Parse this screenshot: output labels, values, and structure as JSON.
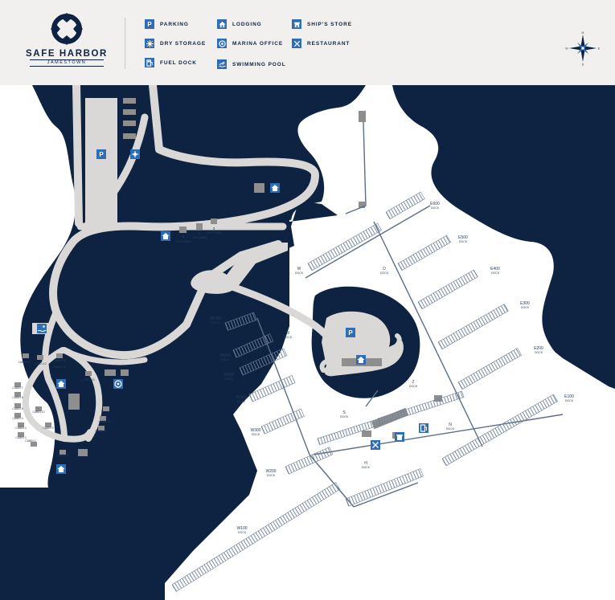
{
  "brand": {
    "name": "SAFE HARBOR",
    "location": "JAMESTOWN"
  },
  "legend": [
    {
      "key": "parking",
      "label": "PARKING",
      "icon": "parking-icon",
      "glyph": "P"
    },
    {
      "key": "dry-storage",
      "label": "DRY STORAGE",
      "icon": "dry-storage-icon",
      "glyph": ""
    },
    {
      "key": "fuel-dock",
      "label": "FUEL DOCK",
      "icon": "fuel-pump-icon",
      "glyph": ""
    },
    {
      "key": "lodging",
      "label": "LODGING",
      "icon": "house-icon",
      "glyph": ""
    },
    {
      "key": "marina-office",
      "label": "MARINA OFFICE",
      "icon": "marina-office-icon",
      "glyph": ""
    },
    {
      "key": "swimming-pool",
      "label": "SWIMMING POOL",
      "icon": "swimming-pool-icon",
      "glyph": ""
    },
    {
      "key": "ships-store",
      "label": "SHIP'S STORE",
      "icon": "ships-store-icon",
      "glyph": ""
    },
    {
      "key": "restaurant",
      "label": "RESTAURANT",
      "icon": "restaurant-icon",
      "glyph": ""
    }
  ],
  "compass": {
    "n": "N",
    "s": "S",
    "e": "E",
    "w": "W"
  },
  "colors": {
    "water": "#0d2341",
    "land": "#ffffff",
    "road": "#d9d8d6",
    "icon": "#2f6db5",
    "dock": "#5b6e86",
    "header": "#f1f0ef"
  },
  "map": {
    "parking_glyph": "P",
    "docks": [
      {
        "id": "w700",
        "name": "W700",
        "sub": "DOCK"
      },
      {
        "id": "w600",
        "name": "W600",
        "sub": "DOCK"
      },
      {
        "id": "w500",
        "name": "W500",
        "sub": "DOCK"
      },
      {
        "id": "w400",
        "name": "W400",
        "sub": "DOCK"
      },
      {
        "id": "w300",
        "name": "W300",
        "sub": "DOCK"
      },
      {
        "id": "w200",
        "name": "W200",
        "sub": "DOCK"
      },
      {
        "id": "w100",
        "name": "W100",
        "sub": "DOCK"
      },
      {
        "id": "w",
        "name": "W",
        "sub": "DOCK"
      },
      {
        "id": "e600",
        "name": "E600",
        "sub": "DOCK"
      },
      {
        "id": "e500",
        "name": "E500",
        "sub": "DOCK"
      },
      {
        "id": "e400",
        "name": "E400",
        "sub": "DOCK"
      },
      {
        "id": "e300",
        "name": "E300",
        "sub": "DOCK"
      },
      {
        "id": "e200",
        "name": "E200",
        "sub": "DOCK"
      },
      {
        "id": "e100",
        "name": "E100",
        "sub": "DOCK"
      },
      {
        "id": "z",
        "name": "Z",
        "sub": "DOCK"
      },
      {
        "id": "s",
        "name": "S",
        "sub": "DOCK"
      },
      {
        "id": "n",
        "name": "N",
        "sub": "DOCK"
      },
      {
        "id": "m",
        "name": "M",
        "sub": "DOCK"
      },
      {
        "id": "d",
        "name": "D",
        "sub": "DOCK"
      },
      {
        "id": "h",
        "name": "H",
        "sub": "DOCK"
      }
    ],
    "cabins": [
      {
        "id": "c1",
        "label": "CABIN 1"
      },
      {
        "id": "c2",
        "label": "CABIN 2"
      },
      {
        "id": "c3",
        "label": "CABIN 3"
      },
      {
        "id": "c4",
        "label": "CABIN 4"
      },
      {
        "id": "c5",
        "label": "CABIN 5"
      },
      {
        "id": "c6",
        "label": "CABIN 6"
      },
      {
        "id": "c7",
        "label": "CABIN 7"
      },
      {
        "id": "c8",
        "label": "CABIN 8"
      },
      {
        "id": "c9",
        "label": "CABIN 9"
      },
      {
        "id": "c10",
        "label": "CABIN 10"
      },
      {
        "id": "c11",
        "label": "CABIN 11"
      },
      {
        "id": "c12",
        "label": "CABIN 12"
      },
      {
        "id": "c13",
        "label": "CABIN 13"
      },
      {
        "id": "c14",
        "label": "CABIN 14"
      },
      {
        "id": "c15",
        "label": "CABIN 15"
      },
      {
        "id": "c16",
        "label": "CABIN 16"
      },
      {
        "id": "c17",
        "label": "CABIN 17"
      }
    ],
    "cabin_numbers": [
      {
        "id": "n1",
        "label": "1"
      },
      {
        "id": "n2",
        "label": "2"
      },
      {
        "id": "n3",
        "label": "3"
      }
    ],
    "cabin_captions": [
      {
        "id": "cap1",
        "label": "LOG CABIN"
      },
      {
        "id": "cap2",
        "label": "LOG CABIN"
      },
      {
        "id": "cap3",
        "label": "LOG CABIN"
      }
    ]
  }
}
